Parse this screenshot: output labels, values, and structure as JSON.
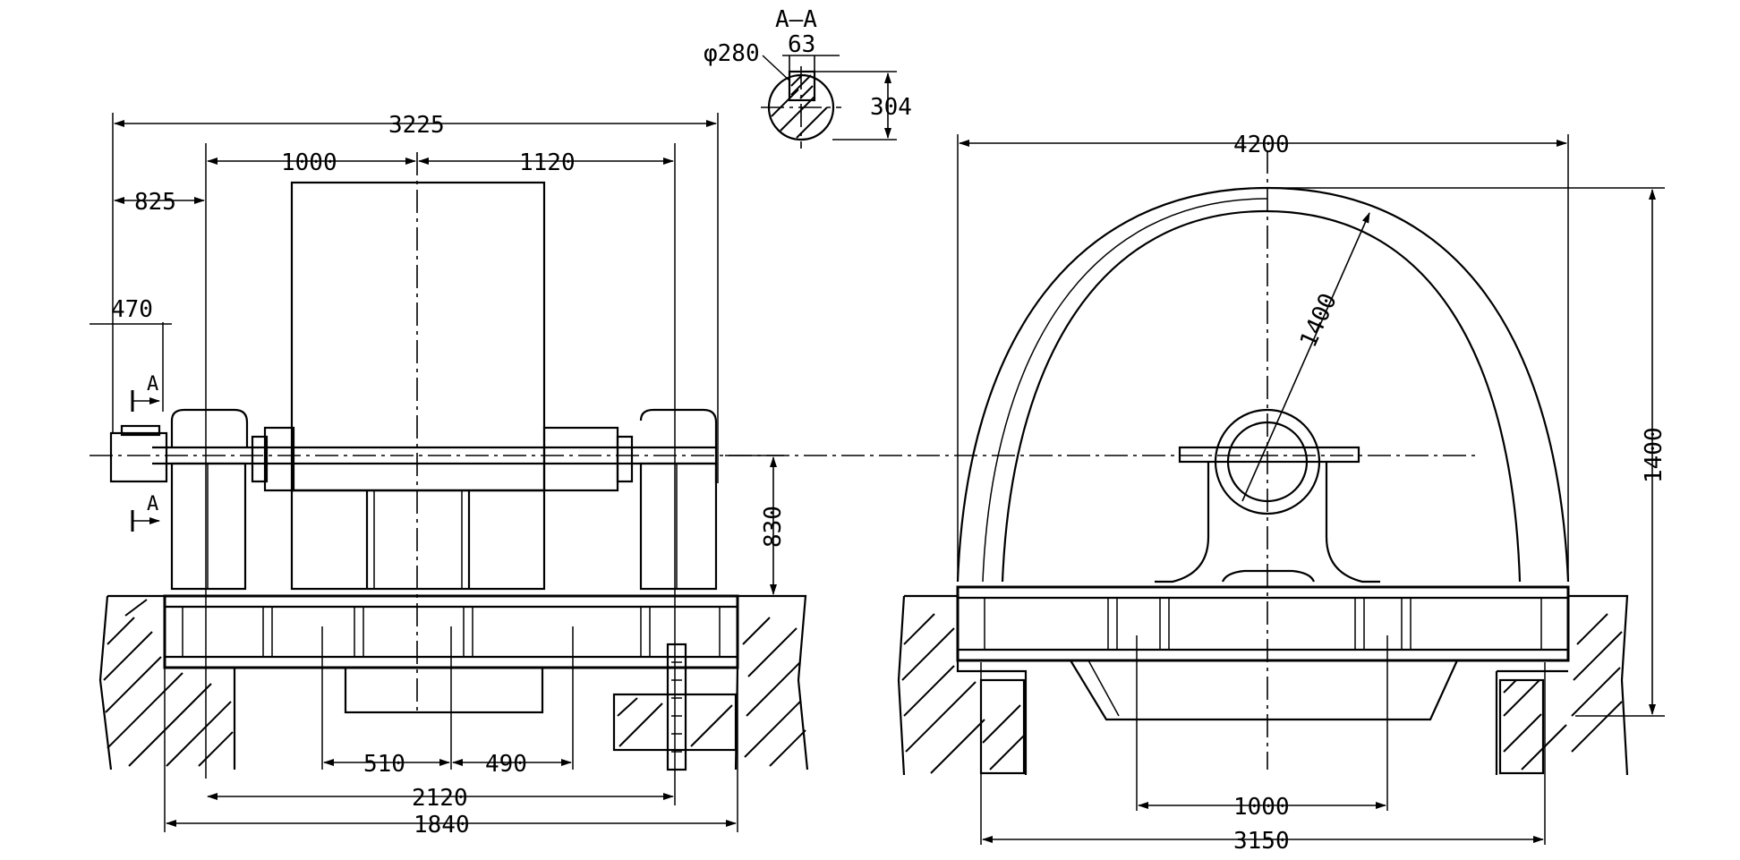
{
  "section": {
    "title": "A—A",
    "dia": "φ280",
    "width": "63",
    "height": "304"
  },
  "front_view": {
    "overall": "3225",
    "left_span": "1000",
    "right_span": "1120",
    "overhang": "825",
    "shaft_ext": "470",
    "section_mark_top": "A",
    "section_mark_bottom": "A",
    "center_height": "830",
    "left_offset": "510",
    "right_offset": "490",
    "support_span": "2120",
    "base_width": "1840"
  },
  "side_view": {
    "overall_width": "4200",
    "radius": "1400",
    "height": "1400",
    "bolt_span": "1000",
    "base_span": "3150"
  }
}
